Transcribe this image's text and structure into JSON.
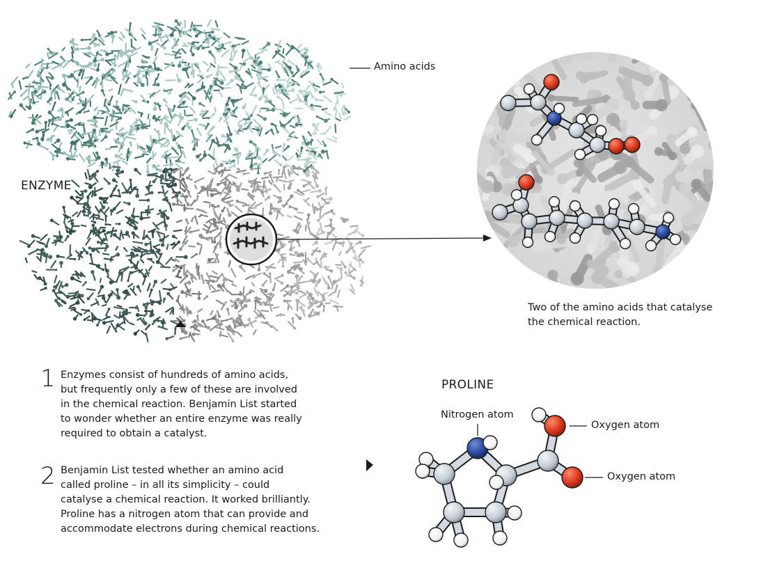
{
  "labels": {
    "enzyme": "ENZYME",
    "amino_acids": "Amino acids",
    "caption_line1": "Two of the amino acids that catalyse",
    "caption_line2": "the chemical reaction.",
    "proline": "PROLINE",
    "nitrogen_atom": "Nitrogen atom",
    "oxygen_atom_1": "Oxygen atom",
    "oxygen_atom_2": "Oxygen atom"
  },
  "steps": [
    {
      "number": "1",
      "lines": [
        "Enzymes consist of hundreds of amino acids,",
        "but frequently only a few of these are involved",
        "in the chemical reaction. Benjamin List started",
        "to wonder whether an entire enzyme was really",
        "required to obtain a catalyst."
      ]
    },
    {
      "number": "2",
      "lines": [
        "Benjamin List tested whether an amino acid",
        "called proline – in all its simplicity – could",
        "catalyse a chemical reaction. It worked brilliantly.",
        "Proline has a nitrogen atom that can provide and",
        "accommodate electrons during chemical reactions."
      ]
    }
  ],
  "colors": {
    "oxygen": "#d9381e",
    "nitrogen": "#2a4aa0",
    "carbon": "#c9d0d6",
    "hydrogen": "#ffffff",
    "enzyme_teal": "#6fa49a",
    "enzyme_dark": "#2f4a45",
    "enzyme_grey": "#a9a9a9"
  }
}
